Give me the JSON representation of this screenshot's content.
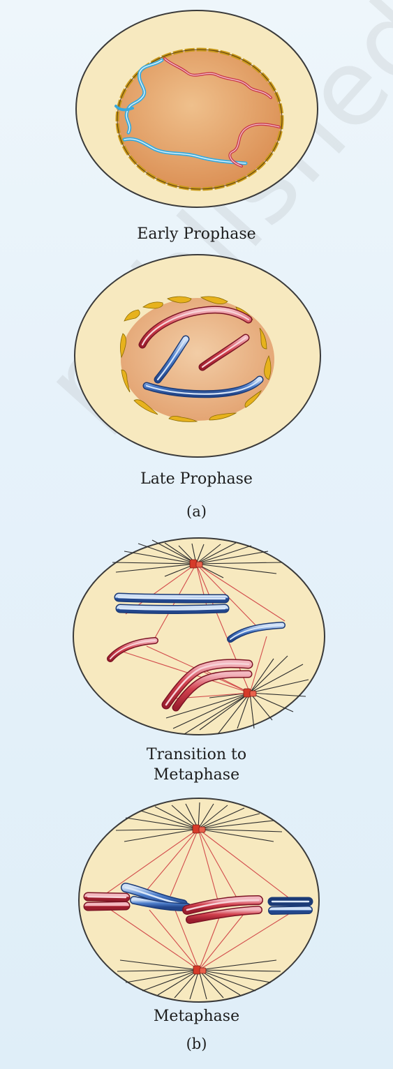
{
  "watermark": "published",
  "panels": [
    {
      "id": "early-prophase",
      "label": "Early Prophase"
    },
    {
      "id": "late-prophase",
      "label": "Late Prophase"
    },
    {
      "id": "transition-to-metaphase",
      "label_line1": "Transition to",
      "label_line2": "Metaphase"
    },
    {
      "id": "metaphase",
      "label": "Metaphase"
    }
  ],
  "group_labels": {
    "a": "(a)",
    "b": "(b)"
  },
  "colors": {
    "cell_fill": "#f7e9bf",
    "cell_stroke": "#3a3a3a",
    "nucleus_fill": "#e3a06a",
    "nuclear_envelope": "#e7b21d",
    "chromosome_red": "#c8364a",
    "chromosome_blue": "#3f74c4",
    "chromatin_blue": "#3aaadc",
    "spindle": "#d24b4b",
    "centrosome": "#d63b2a"
  },
  "icons": {
    "centrosome": "centrosome-icon"
  }
}
